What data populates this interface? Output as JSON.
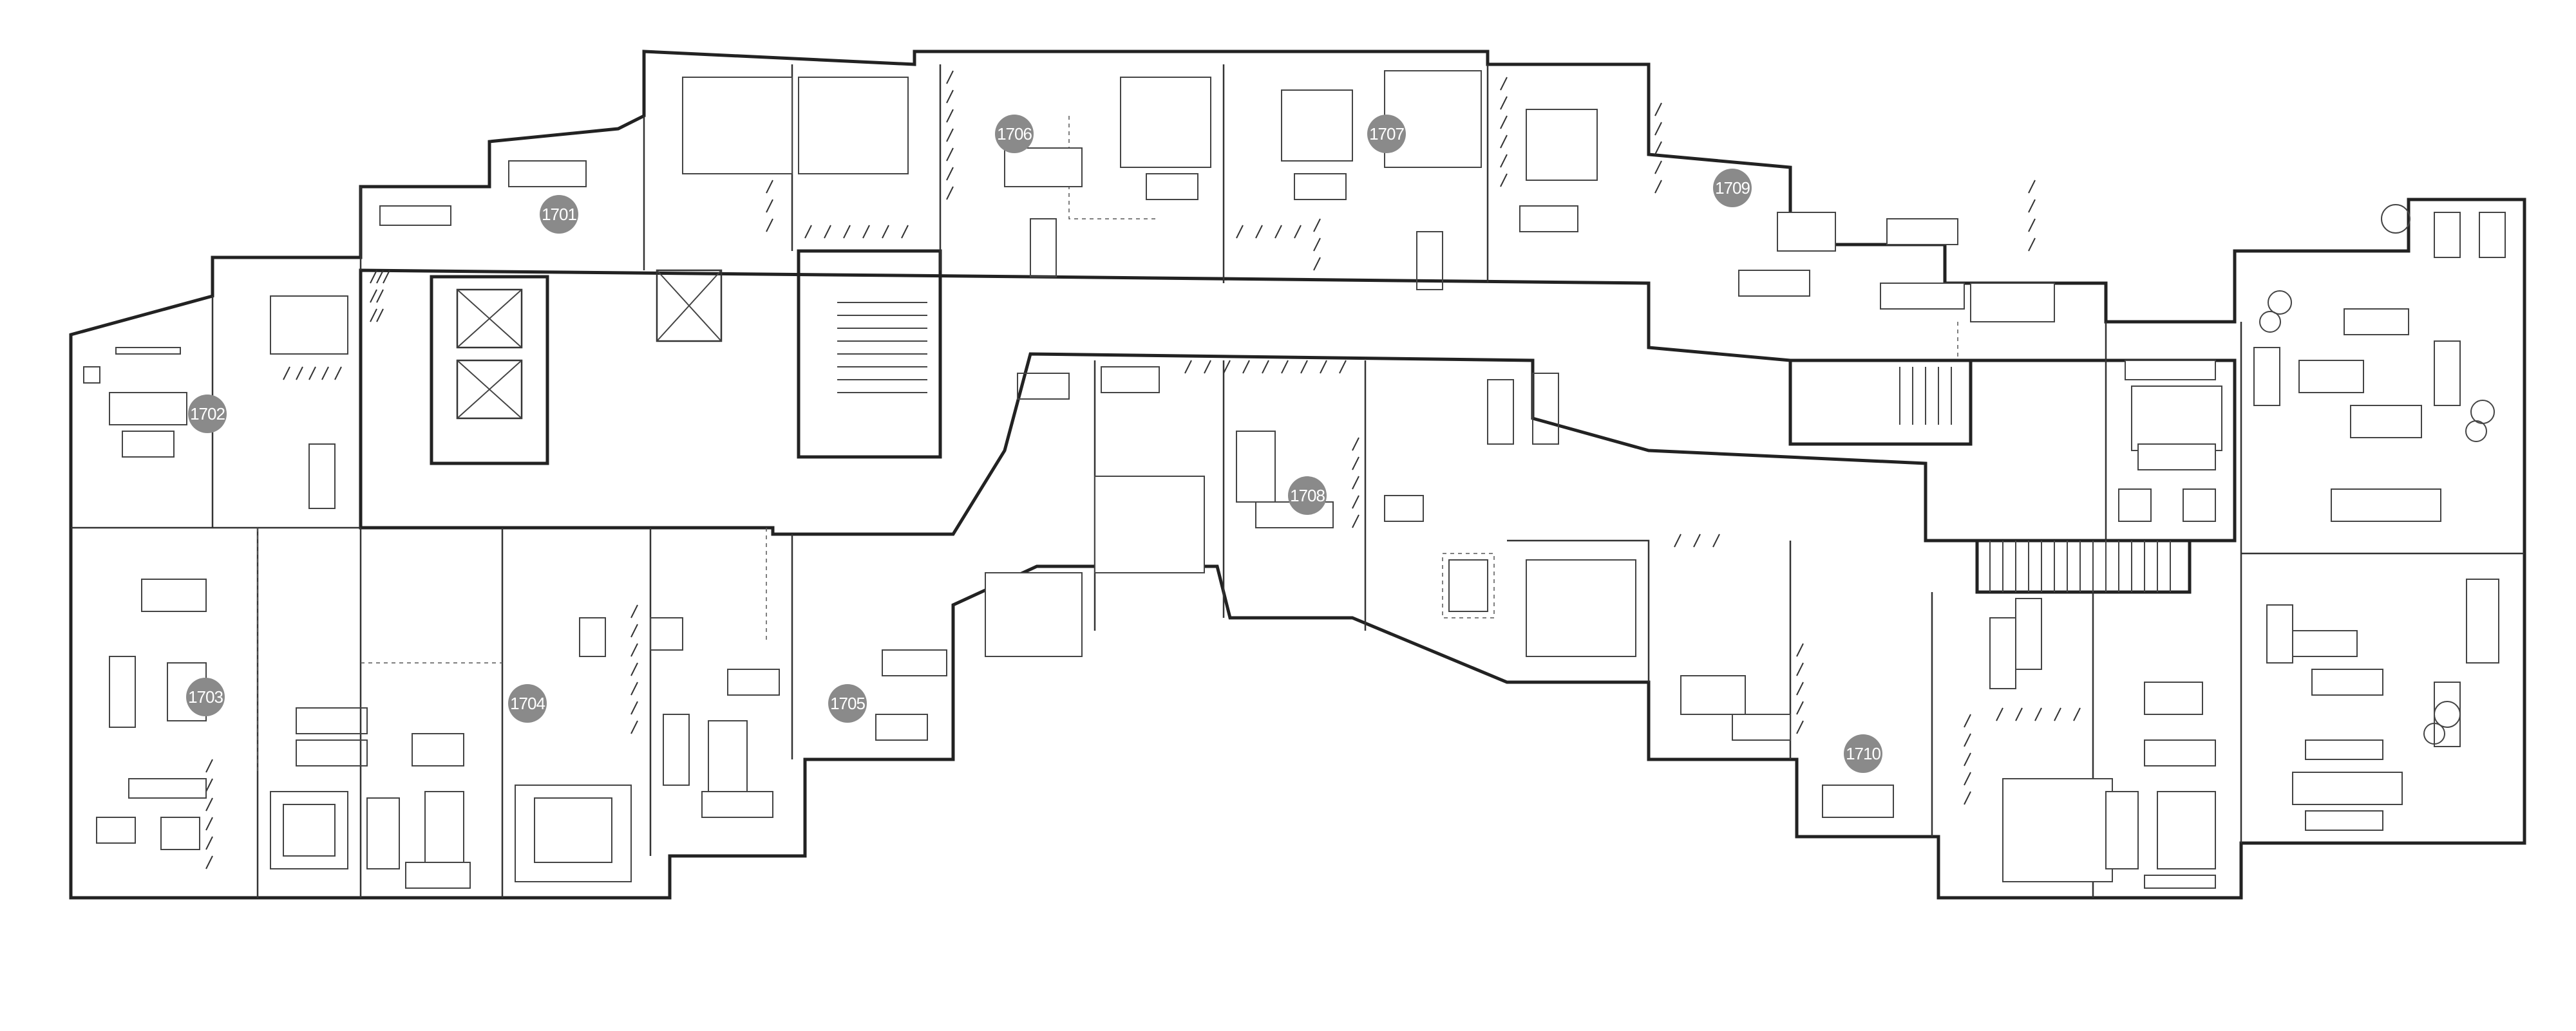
{
  "units": [
    {
      "id": "unit-1701",
      "label": "1701"
    },
    {
      "id": "unit-1702",
      "label": "1702"
    },
    {
      "id": "unit-1703",
      "label": "1703"
    },
    {
      "id": "unit-1704",
      "label": "1704"
    },
    {
      "id": "unit-1705",
      "label": "1705"
    },
    {
      "id": "unit-1706",
      "label": "1706"
    },
    {
      "id": "unit-1707",
      "label": "1707"
    },
    {
      "id": "unit-1708",
      "label": "1708"
    },
    {
      "id": "unit-1709",
      "label": "1709"
    },
    {
      "id": "unit-1710",
      "label": "1710"
    }
  ],
  "colors": {
    "wall": "#222222",
    "badge": "#8a8a8a",
    "badge_text": "#ffffff",
    "background": "#ffffff"
  }
}
